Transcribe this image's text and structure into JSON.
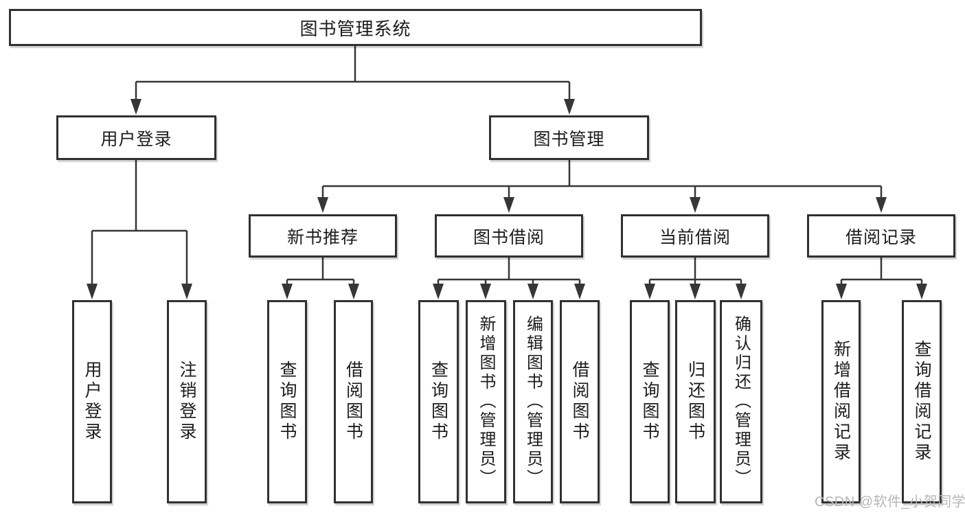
{
  "tree": {
    "label": "图书管理系统",
    "children": [
      {
        "label": "用户登录",
        "children": [
          {
            "label": "用户登录"
          },
          {
            "label": "注销登录"
          }
        ]
      },
      {
        "label": "图书管理",
        "children": [
          {
            "label": "新书推荐",
            "children": [
              {
                "label": "查询图书"
              },
              {
                "label": "借阅图书"
              }
            ]
          },
          {
            "label": "图书借阅",
            "children": [
              {
                "label": "查询图书"
              },
              {
                "label": "新增图书（管理员）"
              },
              {
                "label": "编辑图书（管理员）"
              },
              {
                "label": "借阅图书"
              }
            ]
          },
          {
            "label": "当前借阅",
            "children": [
              {
                "label": "查询图书"
              },
              {
                "label": "归还图书"
              },
              {
                "label": "确认归还（管理员）"
              }
            ]
          },
          {
            "label": "借阅记录",
            "children": [
              {
                "label": "新增借阅记录"
              },
              {
                "label": "查询借阅记录"
              }
            ]
          }
        ]
      }
    ]
  },
  "watermark": {
    "text": "CSDN @软件_小贺同学"
  },
  "colors": {
    "line": "#363636",
    "box_border": "#303030",
    "text": "#1c1c1c",
    "watermark": "#b6b6b6",
    "background": "#ffffff"
  }
}
